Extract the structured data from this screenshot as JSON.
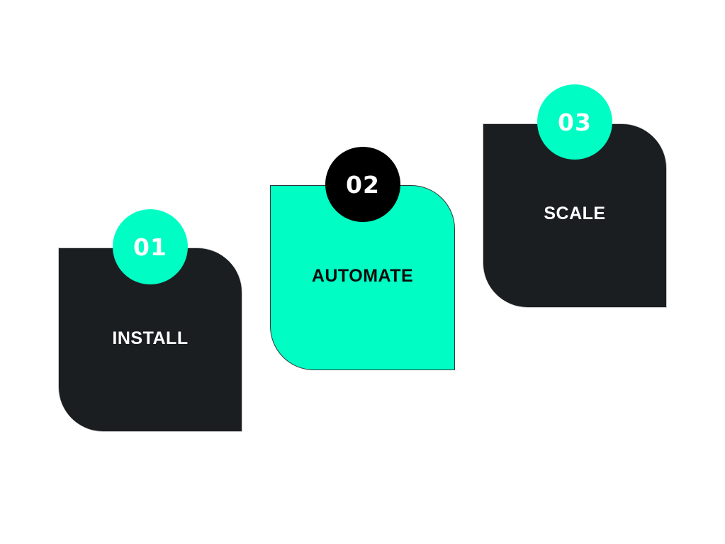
{
  "colors": {
    "dark": "#1b1e21",
    "teal": "#00fdc4",
    "black": "#000000",
    "white": "#ffffff"
  },
  "steps": [
    {
      "number": "01",
      "label": "INSTALL"
    },
    {
      "number": "02",
      "label": "AUTOMATE"
    },
    {
      "number": "03",
      "label": "SCALE"
    }
  ]
}
